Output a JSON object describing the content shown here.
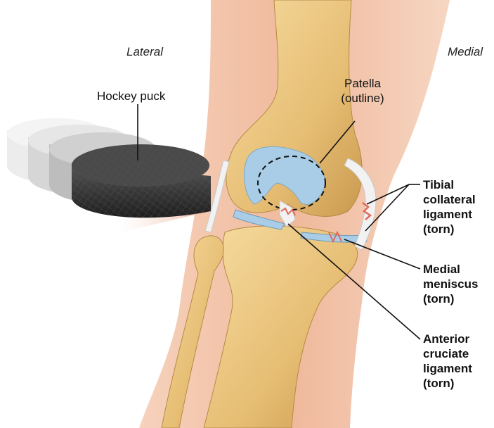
{
  "orientation": {
    "lateral": "Lateral",
    "medial": "Medial"
  },
  "labels": {
    "hockey_puck": "Hockey puck",
    "patella_line1": "Patella",
    "patella_line2": "(outline)",
    "tibial_collateral": [
      "Tibial",
      "collateral",
      "ligament",
      "(torn)"
    ],
    "medial_meniscus": [
      "Medial",
      "meniscus",
      "(torn)"
    ],
    "anterior_cruciate": [
      "Anterior",
      "cruciate",
      "ligament",
      "(torn)"
    ]
  },
  "colors": {
    "skin": "#f3c3a6",
    "bone": "#e9c27a",
    "cartilage": "#a9cde6",
    "ligament": "#f2f2f2",
    "tear": "#e06a5a",
    "puck": "#3a3a3a",
    "leader": "#111111"
  }
}
